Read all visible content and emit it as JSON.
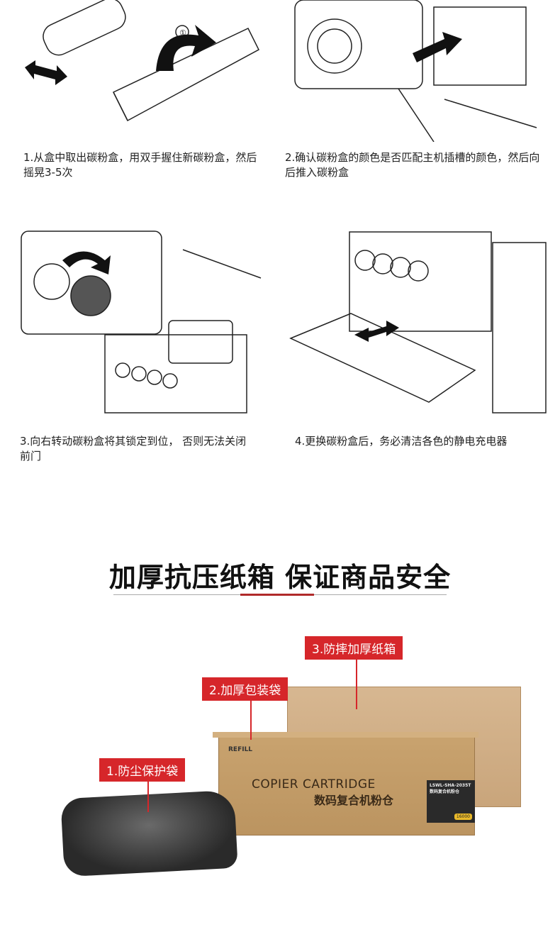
{
  "steps": [
    {
      "caption": "1.从盒中取出碳粉盒，用双手握住新碳粉盒，然后摇晃3-5次",
      "marker": "①"
    },
    {
      "caption": "2.确认碳粉盒的颜色是否匹配主机插槽的颜色，然后向后推入碳粉盒"
    },
    {
      "caption": "3.向右转动碳粉盒将其锁定到位， 否则无法关闭前门"
    },
    {
      "caption": "4.更换碳粉盒后，务必清洁各色的静电充电器"
    }
  ],
  "section": {
    "title": "加厚抗压纸箱  保证商品安全",
    "accent_color": "#b02a2a"
  },
  "packaging": {
    "tags": [
      "1.防尘保护袋",
      "2.加厚包装袋",
      "3.防摔加厚纸箱"
    ],
    "tag_color": "#d6262a",
    "box_brand": "REFILL",
    "box_title": "COPIER CARTRIDGE",
    "box_title_cn": "数码复合机粉仓",
    "label_model": "LSWL-SHA-2035T",
    "label_name": "数码复合机粉仓",
    "label_pages": "16000"
  }
}
